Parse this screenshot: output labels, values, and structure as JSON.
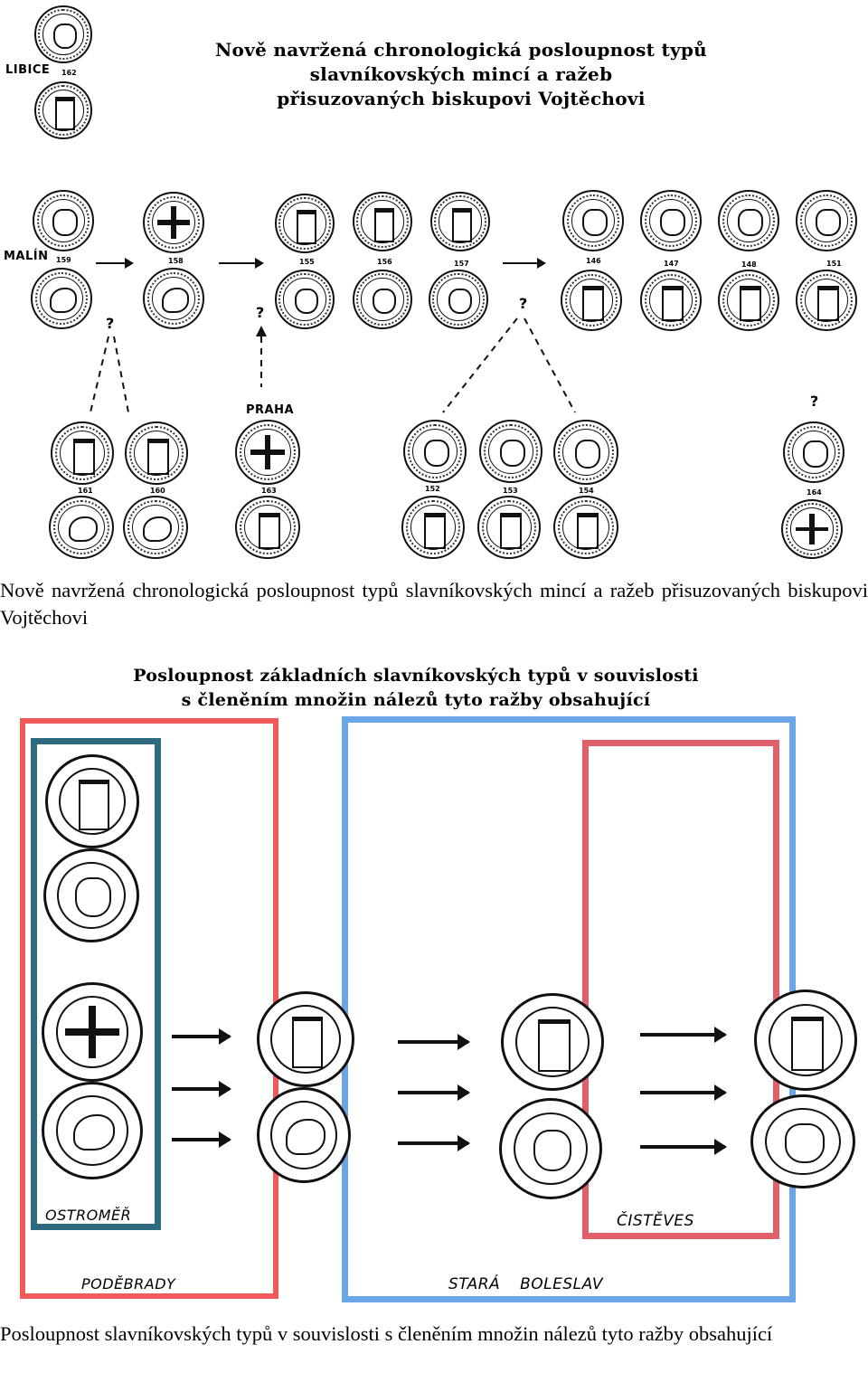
{
  "figure1": {
    "title_lines": [
      "Nově navržená chronologická posloupnost typů",
      "slavníkovských mincí a ražeb",
      "přisuzovaných biskupovi Vojtěchovi"
    ],
    "places": {
      "libice": "LIBICE",
      "malin": "MALÍN",
      "praha": "PRAHA"
    },
    "unknown_mark": "?",
    "coin_numbers": {
      "n162": "162",
      "n159": "159",
      "n158": "158",
      "n155": "155",
      "n156": "156",
      "n157": "157",
      "n146": "146",
      "n147": "147",
      "n148": "148",
      "n151": "151",
      "n161": "161",
      "n160": "160",
      "n163": "163",
      "n152": "152",
      "n153": "153",
      "n154": "154",
      "n164": "164"
    }
  },
  "caption1": "Nově navržená chronologická posloupnost typů slavníkovských mincí a ražeb přisuzovaných biskupovi Vojtěchovi",
  "figure2": {
    "title_lines": [
      "Posloupnost základních slavníkovských typů v souvislosti",
      "s členěním množin nálezů tyto ražby obsahující"
    ],
    "places": {
      "ostromer": "OSTROMĚŘ",
      "podebrady": "PODĚBRADY",
      "stara_boleslav": "STARÁ BOLESLAV",
      "cisteves": "ČISTĚVES"
    },
    "colors": {
      "red": "#f05a5a",
      "teal": "#2e6b80",
      "blue": "#6aa6e6",
      "rose": "#e0606a"
    }
  },
  "caption2": "Posloupnost slavníkovských typů v souvislosti s členěním množin nálezů tyto ražby obsahující"
}
